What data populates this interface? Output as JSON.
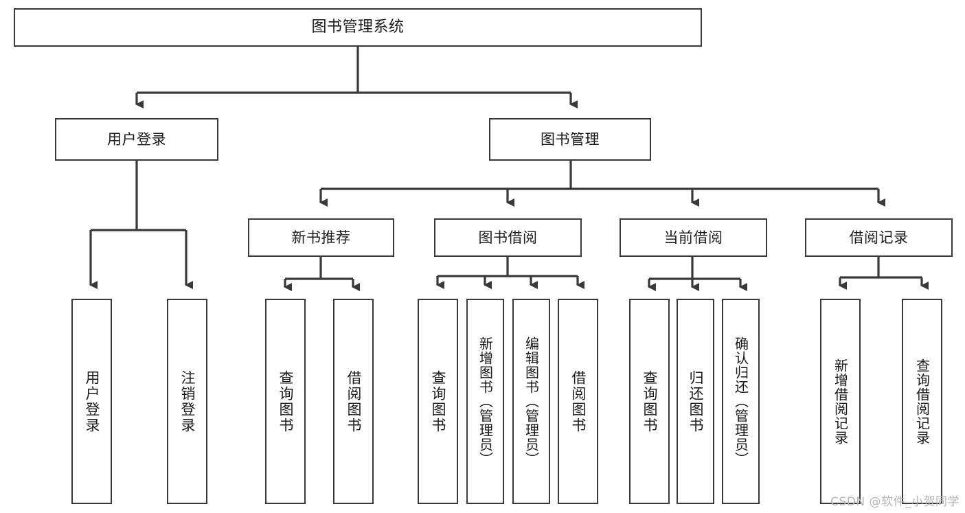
{
  "diagram": {
    "type": "tree",
    "title": "图书管理系统",
    "colors": {
      "line": "#393939",
      "box_border": "#393939",
      "box_fill": "#ffffff",
      "text": "#1a1a1a",
      "background": "#ffffff",
      "watermark": "#b4b4b4"
    },
    "nodes": {
      "root": {
        "label": "图书管理系统"
      },
      "level2": [
        {
          "label": "用户登录"
        },
        {
          "label": "图书管理"
        }
      ],
      "level3": [
        {
          "label": "新书推荐"
        },
        {
          "label": "图书借阅"
        },
        {
          "label": "当前借阅"
        },
        {
          "label": "借阅记录"
        }
      ],
      "leaves": {
        "user_login": [
          {
            "label": "用户登录"
          },
          {
            "label": "注销登录"
          }
        ],
        "new_book_recommend": [
          {
            "label": "查询图书"
          },
          {
            "label": "借阅图书"
          }
        ],
        "book_borrow": [
          {
            "label": "查询图书"
          },
          {
            "label": "新增图书（管理员）"
          },
          {
            "label": "编辑图书（管理员）"
          },
          {
            "label": "借阅图书"
          }
        ],
        "current_borrow": [
          {
            "label": "查询图书"
          },
          {
            "label": "归还图书"
          },
          {
            "label": "确认归还（管理员）"
          }
        ],
        "borrow_records": [
          {
            "label": "新增借阅记录"
          },
          {
            "label": "查询借阅记录"
          }
        ]
      }
    }
  },
  "watermark": {
    "text": "CSDN @软件_小贺同学"
  }
}
